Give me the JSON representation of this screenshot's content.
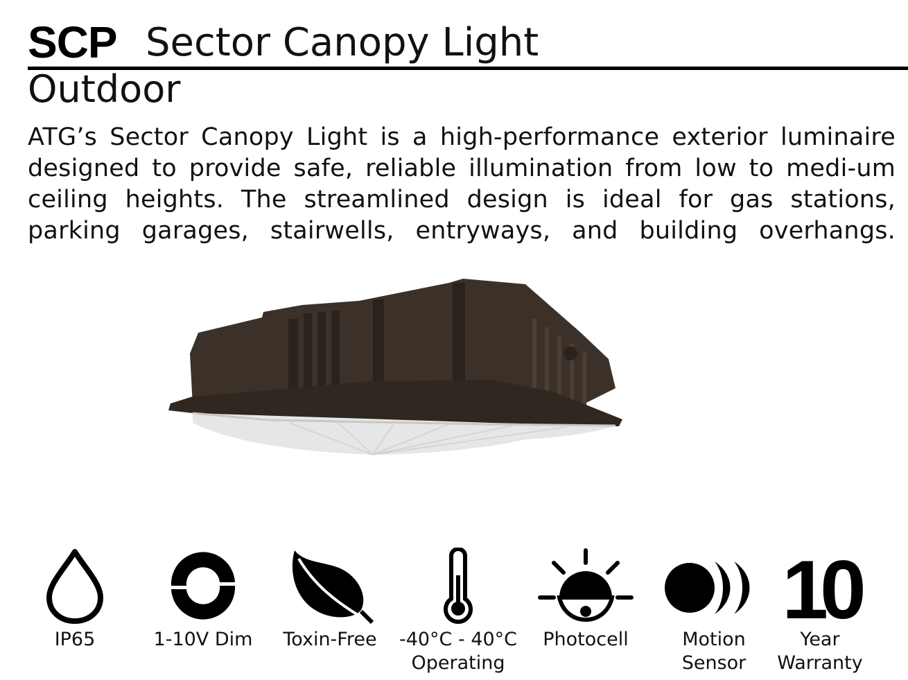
{
  "header": {
    "code": "SCP",
    "name": "Sector Canopy Light"
  },
  "subtitle": "Outdoor",
  "description": "ATG’s Sector Canopy Light is a high-performance exterior luminaire designed to provide safe, reliable illumination from low to medi-um ceiling heights. The streamlined design is ideal for gas stations, parking garages, stairwells, entryways, and building overhangs.",
  "colors": {
    "housing": "#3b3128",
    "housing_dark": "#2a221c",
    "lens": "#e6e6e6",
    "icon": "#000000"
  },
  "features": [
    {
      "icon": "water-drop-icon",
      "label": "IP65"
    },
    {
      "icon": "dimmer-icon",
      "label": "1-10V Dim"
    },
    {
      "icon": "leaf-icon",
      "label": "Toxin-Free"
    },
    {
      "icon": "thermometer-icon",
      "label": "-40°C - 40°C\nOperating"
    },
    {
      "icon": "photocell-icon",
      "label": "Photocell"
    },
    {
      "icon": "motion-sensor-icon",
      "label": "Motion\nSensor"
    },
    {
      "icon": "warranty-10-icon",
      "label": "Year\nWarranty",
      "number": "10"
    }
  ]
}
